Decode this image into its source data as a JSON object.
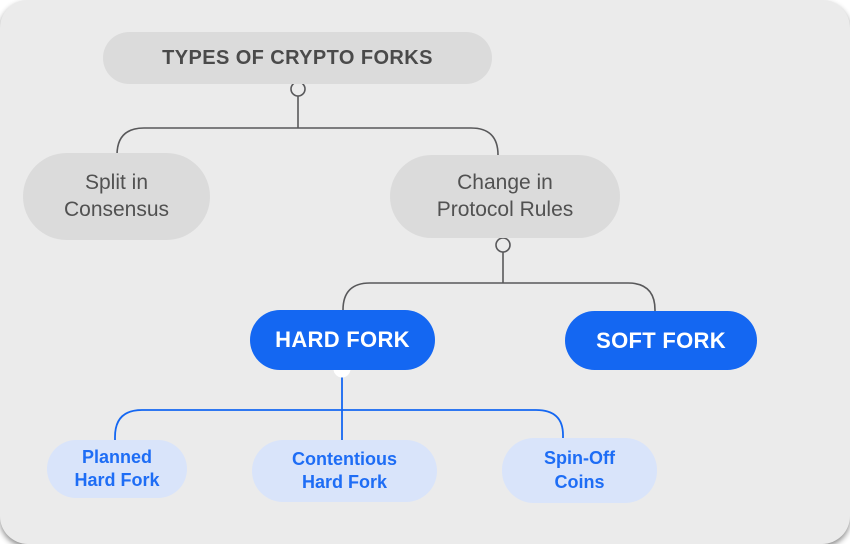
{
  "diagram": {
    "root": {
      "label": "TYPES OF CRYPTO FORKS"
    },
    "level1": [
      {
        "id": "split-in-consensus",
        "line1": "Split in",
        "line2": "Consensus"
      },
      {
        "id": "change-in-protocol-rules",
        "line1": "Change in",
        "line2": "Protocol Rules"
      }
    ],
    "level2": [
      {
        "id": "hard-fork",
        "label": "HARD FORK"
      },
      {
        "id": "soft-fork",
        "label": "SOFT FORK"
      }
    ],
    "level3": [
      {
        "id": "planned-hard-fork",
        "line1": "Planned",
        "line2": "Hard Fork"
      },
      {
        "id": "contentious-hard-fork",
        "line1": "Contentious",
        "line2": "Hard Fork"
      },
      {
        "id": "spin-off-coins",
        "line1": "Spin-Off",
        "line2": "Coins"
      }
    ],
    "colors": {
      "background": "#EBEBEB",
      "gray_node": "#DBDBDB",
      "dark_text": "#4A4A4A",
      "gray_line": "#58585A",
      "blue": "#1467F2",
      "light_blue_node": "#D9E4FA",
      "blue_text": "#1E6DF5",
      "white": "#FFFFFF"
    }
  }
}
